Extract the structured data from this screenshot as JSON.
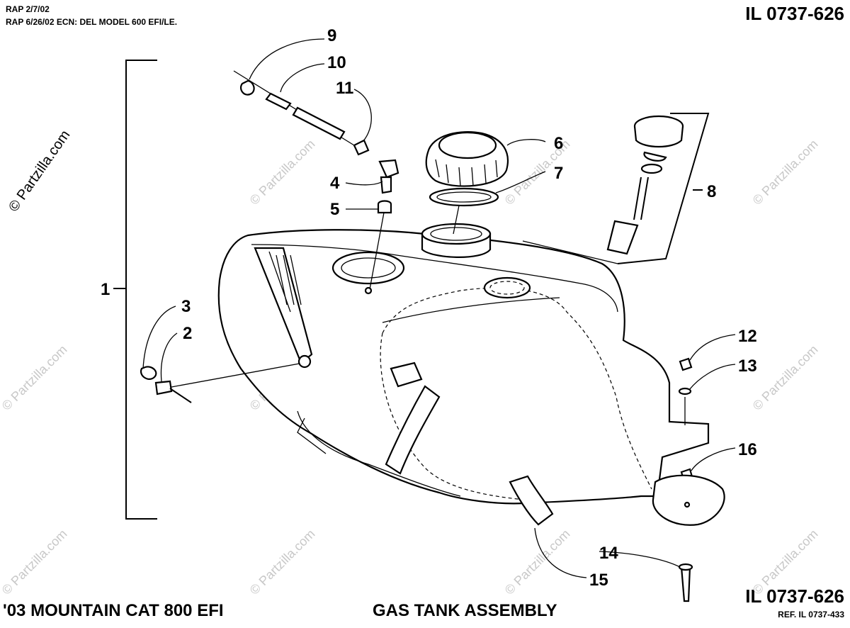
{
  "header": {
    "rev_line_1": "RAP 2/7/02",
    "rev_line_2": "RAP 6/26/02 ECN: DEL MODEL 600 EFI/LE.",
    "illustration_id_top": "IL 0737-626"
  },
  "footer": {
    "model": "'03 MOUNTAIN CAT 800 EFI",
    "title": "GAS TANK ASSEMBLY",
    "illustration_id_bottom": "IL 0737-626",
    "reference": "REF. IL 0737-433"
  },
  "watermark": {
    "text": "© Partzilla.com"
  },
  "callouts": [
    "1",
    "2",
    "3",
    "4",
    "5",
    "6",
    "7",
    "8",
    "9",
    "10",
    "11",
    "12",
    "13",
    "14",
    "15",
    "16"
  ]
}
